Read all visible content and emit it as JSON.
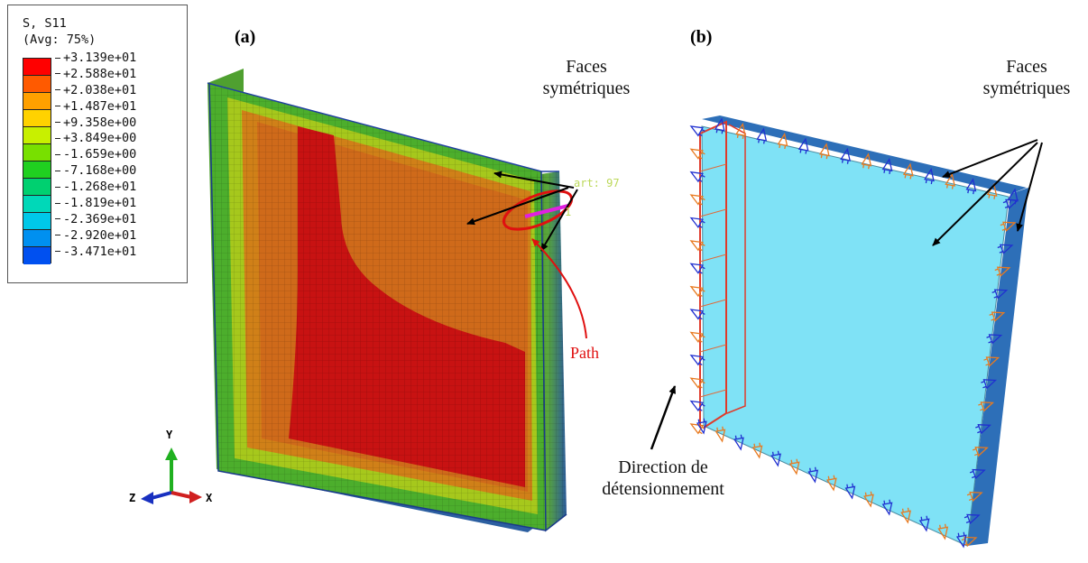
{
  "legend": {
    "title": "S, S11",
    "subtitle": "(Avg: 75%)",
    "values": [
      "+3.139e+01",
      "+2.588e+01",
      "+2.038e+01",
      "+1.487e+01",
      "+9.358e+00",
      "+3.849e+00",
      "-1.659e+00",
      "-7.168e+00",
      "-1.268e+01",
      "-1.819e+01",
      "-2.369e+01",
      "-2.920e+01",
      "-3.471e+01"
    ],
    "colors": [
      "#ff0000",
      "#ff5a00",
      "#ffa000",
      "#ffd200",
      "#c8f000",
      "#78e000",
      "#20d020",
      "#00d070",
      "#00d8b8",
      "#00c8e8",
      "#0090f0",
      "#0050f0",
      "#0000ff"
    ]
  },
  "panel_a": {
    "label": "(a)",
    "faces_label": "Faces\nsymétriques",
    "path_label": "Path",
    "probe_text_1": "art: 97",
    "probe_text_2": "1"
  },
  "panel_b": {
    "label": "(b)",
    "faces_label": "Faces\nsymétriques",
    "direction_label": "Direction de\ndétensionnement"
  },
  "triad": {
    "y": "Y",
    "z": "Z",
    "x": "X"
  }
}
